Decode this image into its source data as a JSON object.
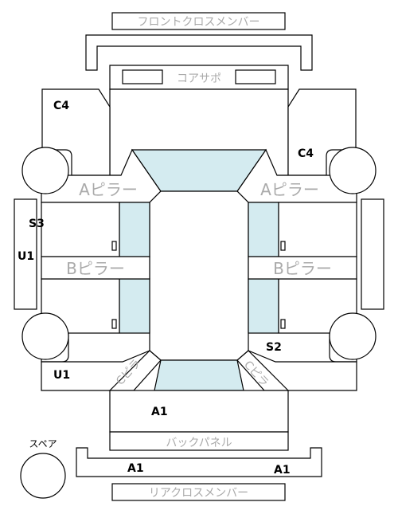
{
  "labels": {
    "front_cross_member": "フロントクロスメンバー",
    "core_support": "コアサポ",
    "a_pillar_left": "Aピラー",
    "a_pillar_right": "Aピラー",
    "b_pillar_left": "Bピラー",
    "b_pillar_right": "Bピラー",
    "back_panel": "バックパネル",
    "rear_cross_member": "リアクロスメンバー",
    "spare": "スペア",
    "c_pillar_left": "Cピラ",
    "c_pillar_right": "Cピラ"
  },
  "codes": {
    "c4_left": "C4",
    "c4_right": "C4",
    "s3": "S3",
    "u1_side": "U1",
    "u1_bottom": "U1",
    "s2": "S2",
    "a1_center": "A1",
    "a1_left": "A1",
    "a1_right": "A1"
  },
  "colors": {
    "glass": "#d4ebf0",
    "label_gray": "#aaaaaa",
    "line": "#000000"
  }
}
